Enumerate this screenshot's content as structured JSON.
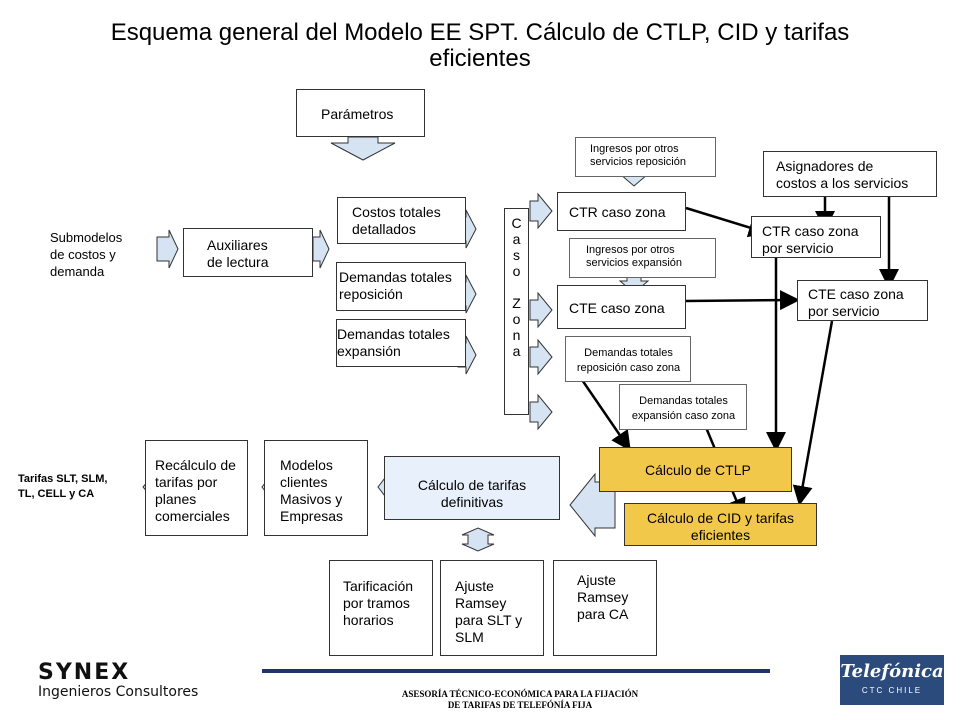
{
  "title": "Esquema general del Modelo EE SPT. Cálculo de CTLP, CID y tarifas\neficientes",
  "boxes": {
    "parametros": "Parámetros",
    "submodelos": "Submodelos\nde costos y\ndemanda",
    "auxiliares": "Auxiliares\nde lectura",
    "costos_totales": "Costos totales\ndetallados",
    "demandas_reposicion": "Demandas totales\nreposición",
    "demandas_expansion": "Demandas totales\nexpansión",
    "caso_zona": [
      "C",
      "a",
      "s",
      "o",
      "",
      "Z",
      "o",
      "n",
      "a"
    ],
    "ingresos_reposicion": "Ingresos por otros\nservicios reposición",
    "ctr_caso_zona": "CTR caso zona",
    "ingresos_expansion": "Ingresos por otros\nservicios expansión",
    "cte_caso_zona": "CTE caso zona",
    "dem_rep_caso_zona": "Demandas totales\nreposición caso zona",
    "dem_exp_caso_zona": "Demandas totales\nexpansión caso zona",
    "asignadores": "Asignadores de\ncostos a los servicios",
    "ctr_por_servicio": "CTR caso zona\npor servicio",
    "cte_por_servicio": "CTE caso zona\npor servicio",
    "calculo_ctlp": "Cálculo de CTLP",
    "calculo_cid": "Cálculo de CID y tarifas\neficientes",
    "calculo_tarifas": "Cálculo de tarifas\ndefinitivas",
    "modelos_clientes": "Modelos\nclientes\nMasivos y\nEmpresas",
    "recalculo": "Recálculo de\ntarifas por\nplanes\ncomerciales",
    "tarifas_label": "Tarifas SLT, SLM,\nTL, CELL y CA",
    "tarificacion": "Tarificación\npor tramos\nhorarios",
    "ajuste_slt": "Ajuste\nRamsey\npara SLT y\nSLM",
    "ajuste_ca": "Ajuste\nRamsey\npara CA"
  },
  "footer": {
    "company_name": "SYNEX",
    "company_sub": "Ingenieros Consultores",
    "advisory": "ASESORÍA TÉCNICO-ECONÓMICA PARA LA FIJACIÓN\nDE TARIFAS DE TELEFÓNÍA FIJA",
    "logo_name": "Telefónica",
    "logo_sub": "CTC CHILE"
  },
  "colors": {
    "arrow_fill": "#d5e3f2",
    "yellow_box": "#f2c84b",
    "light_blue_box": "#e8f0fb",
    "footer_line": "#1f3566",
    "logo_bg": "#2b4b7c"
  }
}
